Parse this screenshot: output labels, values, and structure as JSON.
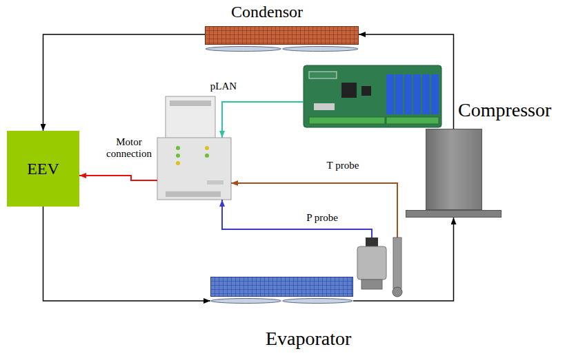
{
  "diagram": {
    "nodes": [
      {
        "text": [
          "Condensor"
        ]
      },
      {
        "text": [
          "Compressor"
        ]
      },
      {
        "text": [
          "EEV"
        ]
      },
      {
        "text": [
          "Evaporator"
        ]
      }
    ],
    "edges": [
      {
        "from": 0,
        "to": 2,
        "arrow": "to"
      },
      {
        "from": 2,
        "to": 3,
        "arrow": "to"
      },
      {
        "from": 3,
        "to": 1,
        "arrow": "to"
      },
      {
        "from": 1,
        "to": 0,
        "arrow": "to"
      }
    ],
    "labels": [
      "pLAN",
      "Motor connection",
      "T probe",
      "P probe"
    ]
  }
}
